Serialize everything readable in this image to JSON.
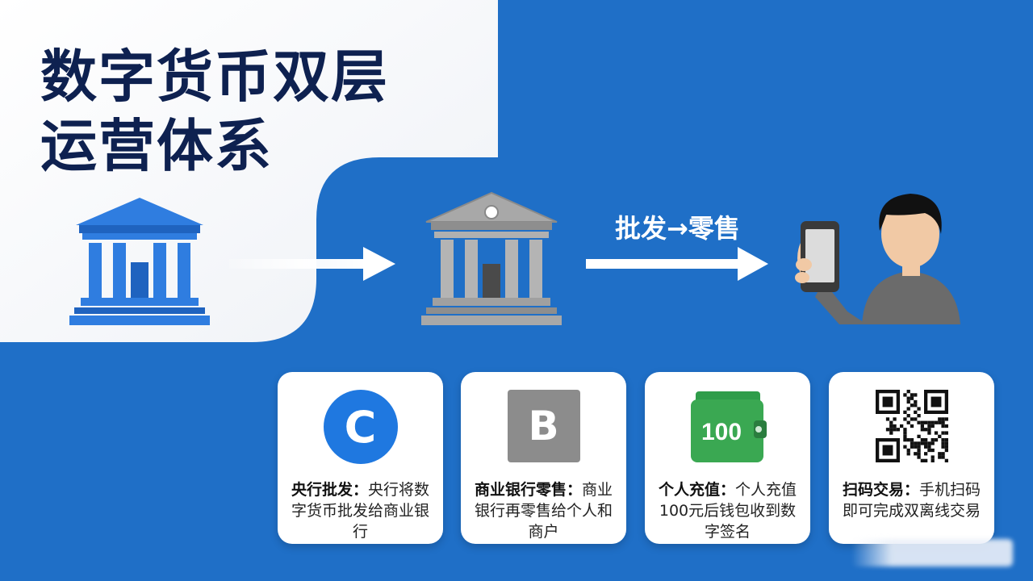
{
  "title": {
    "line1": "数字货币双层",
    "line2": "运营体系"
  },
  "flow": {
    "central_bank_icon": "bank-building-icon",
    "commercial_bank_icon": "bank-building-icon",
    "person_icon": "person-with-phone-icon",
    "arrow_label": "批发→零售"
  },
  "cards": [
    {
      "icon": "C",
      "icon_name": "central-bank-c-icon",
      "bold": "央行批发：",
      "text": "央行将数字货币批发给商业银行"
    },
    {
      "icon": "B",
      "icon_name": "commercial-bank-b-icon",
      "bold": "商业银行零售：",
      "text": "商业银行再零售给个人和商户"
    },
    {
      "icon": "100",
      "icon_name": "wallet-icon",
      "bold": "个人充值：",
      "text": "个人充值100元后钱包收到数字签名"
    },
    {
      "icon": "",
      "icon_name": "qr-code-icon",
      "bold": "扫码交易：",
      "text": "手机扫码即可完成双离线交易"
    }
  ],
  "colors": {
    "background": "#1f6fc7",
    "panel": "#f2f4f8",
    "title": "#0e2150",
    "central_bank": "#2f7de0",
    "commercial_bank": "#9a9a9a"
  }
}
